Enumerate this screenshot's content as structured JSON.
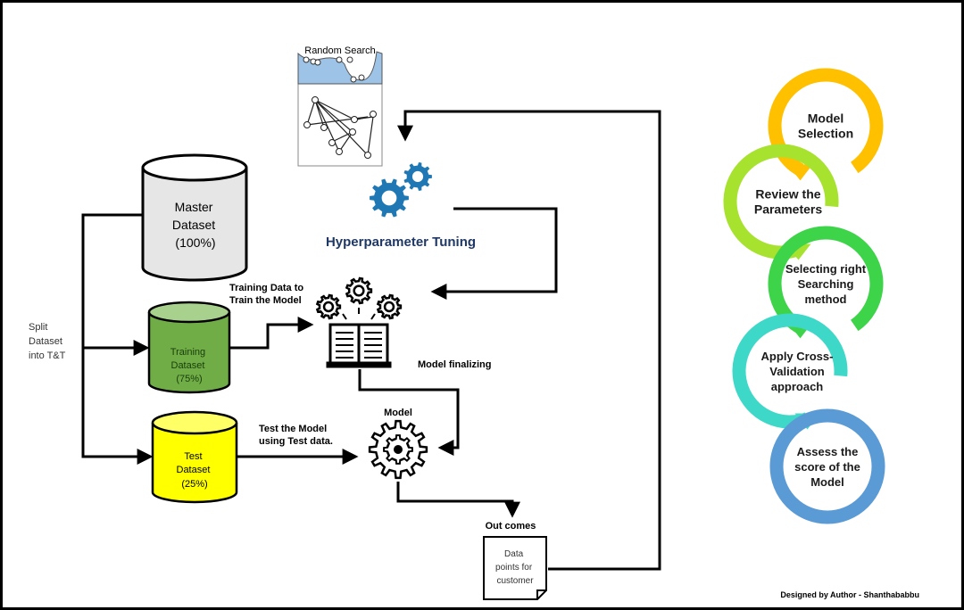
{
  "hyperparameter": {
    "random_search_label": "Random Search",
    "title": "Hyperparameter Tuning"
  },
  "datasets": {
    "master": [
      "Master",
      "Dataset",
      "(100%)"
    ],
    "training": [
      "Training",
      "Dataset",
      "(75%)"
    ],
    "test": [
      "Test",
      "Dataset",
      "(25%)"
    ]
  },
  "labels": {
    "split": [
      "Split",
      "Dataset",
      "into T&T"
    ],
    "training_data": [
      "Training Data to",
      "Train the Model"
    ],
    "model_finalizing": "Model  finalizing",
    "model": "Model",
    "test_model": [
      "Test the Model",
      "using Test data."
    ],
    "out_comes": "Out comes",
    "doc_text": [
      "Data",
      "points for",
      "customer"
    ]
  },
  "cycle_steps": [
    {
      "lines": [
        "Model",
        "Selection"
      ],
      "color": "#FFC000"
    },
    {
      "lines": [
        "Review the",
        "Parameters"
      ],
      "color": "#A6E22E"
    },
    {
      "lines": [
        "Selecting right",
        "Searching",
        "method"
      ],
      "color": "#3DD44A"
    },
    {
      "lines": [
        "Apply Cross-",
        "Validation",
        "approach"
      ],
      "color": "#3ED8C8"
    },
    {
      "lines": [
        "Assess the",
        "score of the",
        "Model"
      ],
      "color": "#5B9BD5"
    }
  ],
  "credit": "Designed by Author - Shanthababbu",
  "colors": {
    "gear": "#1F78B4",
    "training_fill": "#70AD47",
    "test_fill": "#FFFF00",
    "master_fill": "#E6E6E6"
  }
}
